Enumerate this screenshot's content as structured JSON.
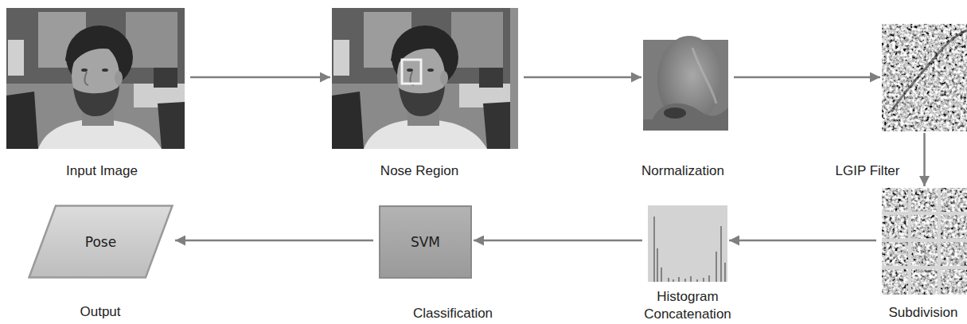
{
  "diagram": {
    "nodes": [
      {
        "text": [
          "Input Image"
        ]
      },
      {
        "text": [
          "Nose Region"
        ]
      },
      {
        "text": [
          "Normalization"
        ]
      },
      {
        "text": [
          "LGIP Filter"
        ]
      },
      {
        "text": [
          "Subdivision"
        ]
      },
      {
        "text": [
          "Histogram Concatenation"
        ]
      },
      {
        "text": [
          "SVM",
          "Classification"
        ]
      },
      {
        "text": [
          "Pose",
          "Output"
        ]
      }
    ],
    "edges": [
      {
        "from": 0,
        "to": 1,
        "arrow": "to"
      },
      {
        "from": 1,
        "to": 2,
        "arrow": "to"
      },
      {
        "from": 2,
        "to": 3,
        "arrow": "to"
      },
      {
        "from": 3,
        "to": 4,
        "arrow": "to"
      },
      {
        "from": 4,
        "to": 5,
        "arrow": "to"
      },
      {
        "from": 5,
        "to": 6,
        "arrow": "to"
      },
      {
        "from": 6,
        "to": 7,
        "arrow": "to"
      }
    ]
  }
}
